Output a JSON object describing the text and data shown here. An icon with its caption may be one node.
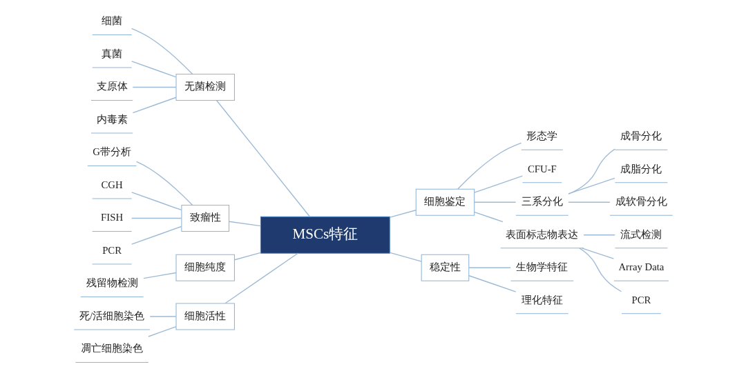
{
  "diagram": {
    "nodes": [
      {
        "text": [
          "MSCs特征"
        ]
      },
      {
        "text": [
          "细胞鉴定"
        ]
      },
      {
        "text": [
          "形态学"
        ]
      },
      {
        "text": [
          "CFU-F"
        ]
      },
      {
        "text": [
          "三系分化"
        ]
      },
      {
        "text": [
          "成骨分化"
        ]
      },
      {
        "text": [
          "成脂分化"
        ]
      },
      {
        "text": [
          "成软骨分化"
        ]
      },
      {
        "text": [
          "表面标志物表达"
        ]
      },
      {
        "text": [
          "流式检测"
        ]
      },
      {
        "text": [
          "Array Data"
        ]
      },
      {
        "text": [
          "PCR"
        ]
      },
      {
        "text": [
          "稳定性"
        ]
      },
      {
        "text": [
          "生物学特征"
        ]
      },
      {
        "text": [
          "理化特征"
        ]
      },
      {
        "text": [
          "无菌检测"
        ]
      },
      {
        "text": [
          "细菌"
        ]
      },
      {
        "text": [
          "真菌"
        ]
      },
      {
        "text": [
          "支原体"
        ]
      },
      {
        "text": [
          "内毒素"
        ]
      },
      {
        "text": [
          "致瘤性"
        ]
      },
      {
        "text": [
          "G带分析"
        ]
      },
      {
        "text": [
          "CGH"
        ]
      },
      {
        "text": [
          "FISH"
        ]
      },
      {
        "text": [
          "PCR"
        ]
      },
      {
        "text": [
          "细胞纯度"
        ]
      },
      {
        "text": [
          "残留物检测"
        ]
      },
      {
        "text": [
          "细胞活性"
        ]
      },
      {
        "text": [
          "死/活细胞染色"
        ]
      },
      {
        "text": [
          "凋亡细胞染色"
        ]
      }
    ],
    "edges": [
      {
        "from": 0,
        "to": 1,
        "arrow": "none"
      },
      {
        "from": 1,
        "to": 2,
        "arrow": "none"
      },
      {
        "from": 1,
        "to": 3,
        "arrow": "none"
      },
      {
        "from": 1,
        "to": 4,
        "arrow": "none"
      },
      {
        "from": 4,
        "to": 5,
        "arrow": "none"
      },
      {
        "from": 4,
        "to": 6,
        "arrow": "none"
      },
      {
        "from": 4,
        "to": 7,
        "arrow": "none"
      },
      {
        "from": 1,
        "to": 8,
        "arrow": "none"
      },
      {
        "from": 8,
        "to": 9,
        "arrow": "none"
      },
      {
        "from": 8,
        "to": 10,
        "arrow": "none"
      },
      {
        "from": 8,
        "to": 11,
        "arrow": "none"
      },
      {
        "from": 0,
        "to": 12,
        "arrow": "none"
      },
      {
        "from": 12,
        "to": 13,
        "arrow": "none"
      },
      {
        "from": 12,
        "to": 14,
        "arrow": "none"
      },
      {
        "from": 0,
        "to": 15,
        "arrow": "none"
      },
      {
        "from": 15,
        "to": 16,
        "arrow": "none"
      },
      {
        "from": 15,
        "to": 17,
        "arrow": "none"
      },
      {
        "from": 15,
        "to": 18,
        "arrow": "none"
      },
      {
        "from": 15,
        "to": 19,
        "arrow": "none"
      },
      {
        "from": 0,
        "to": 20,
        "arrow": "none"
      },
      {
        "from": 20,
        "to": 21,
        "arrow": "none"
      },
      {
        "from": 20,
        "to": 22,
        "arrow": "none"
      },
      {
        "from": 20,
        "to": 23,
        "arrow": "none"
      },
      {
        "from": 20,
        "to": 24,
        "arrow": "none"
      },
      {
        "from": 0,
        "to": 25,
        "arrow": "none"
      },
      {
        "from": 25,
        "to": 26,
        "arrow": "none"
      },
      {
        "from": 0,
        "to": 27,
        "arrow": "none"
      },
      {
        "from": 27,
        "to": 28,
        "arrow": "none"
      },
      {
        "from": 27,
        "to": 29,
        "arrow": "none"
      }
    ]
  }
}
